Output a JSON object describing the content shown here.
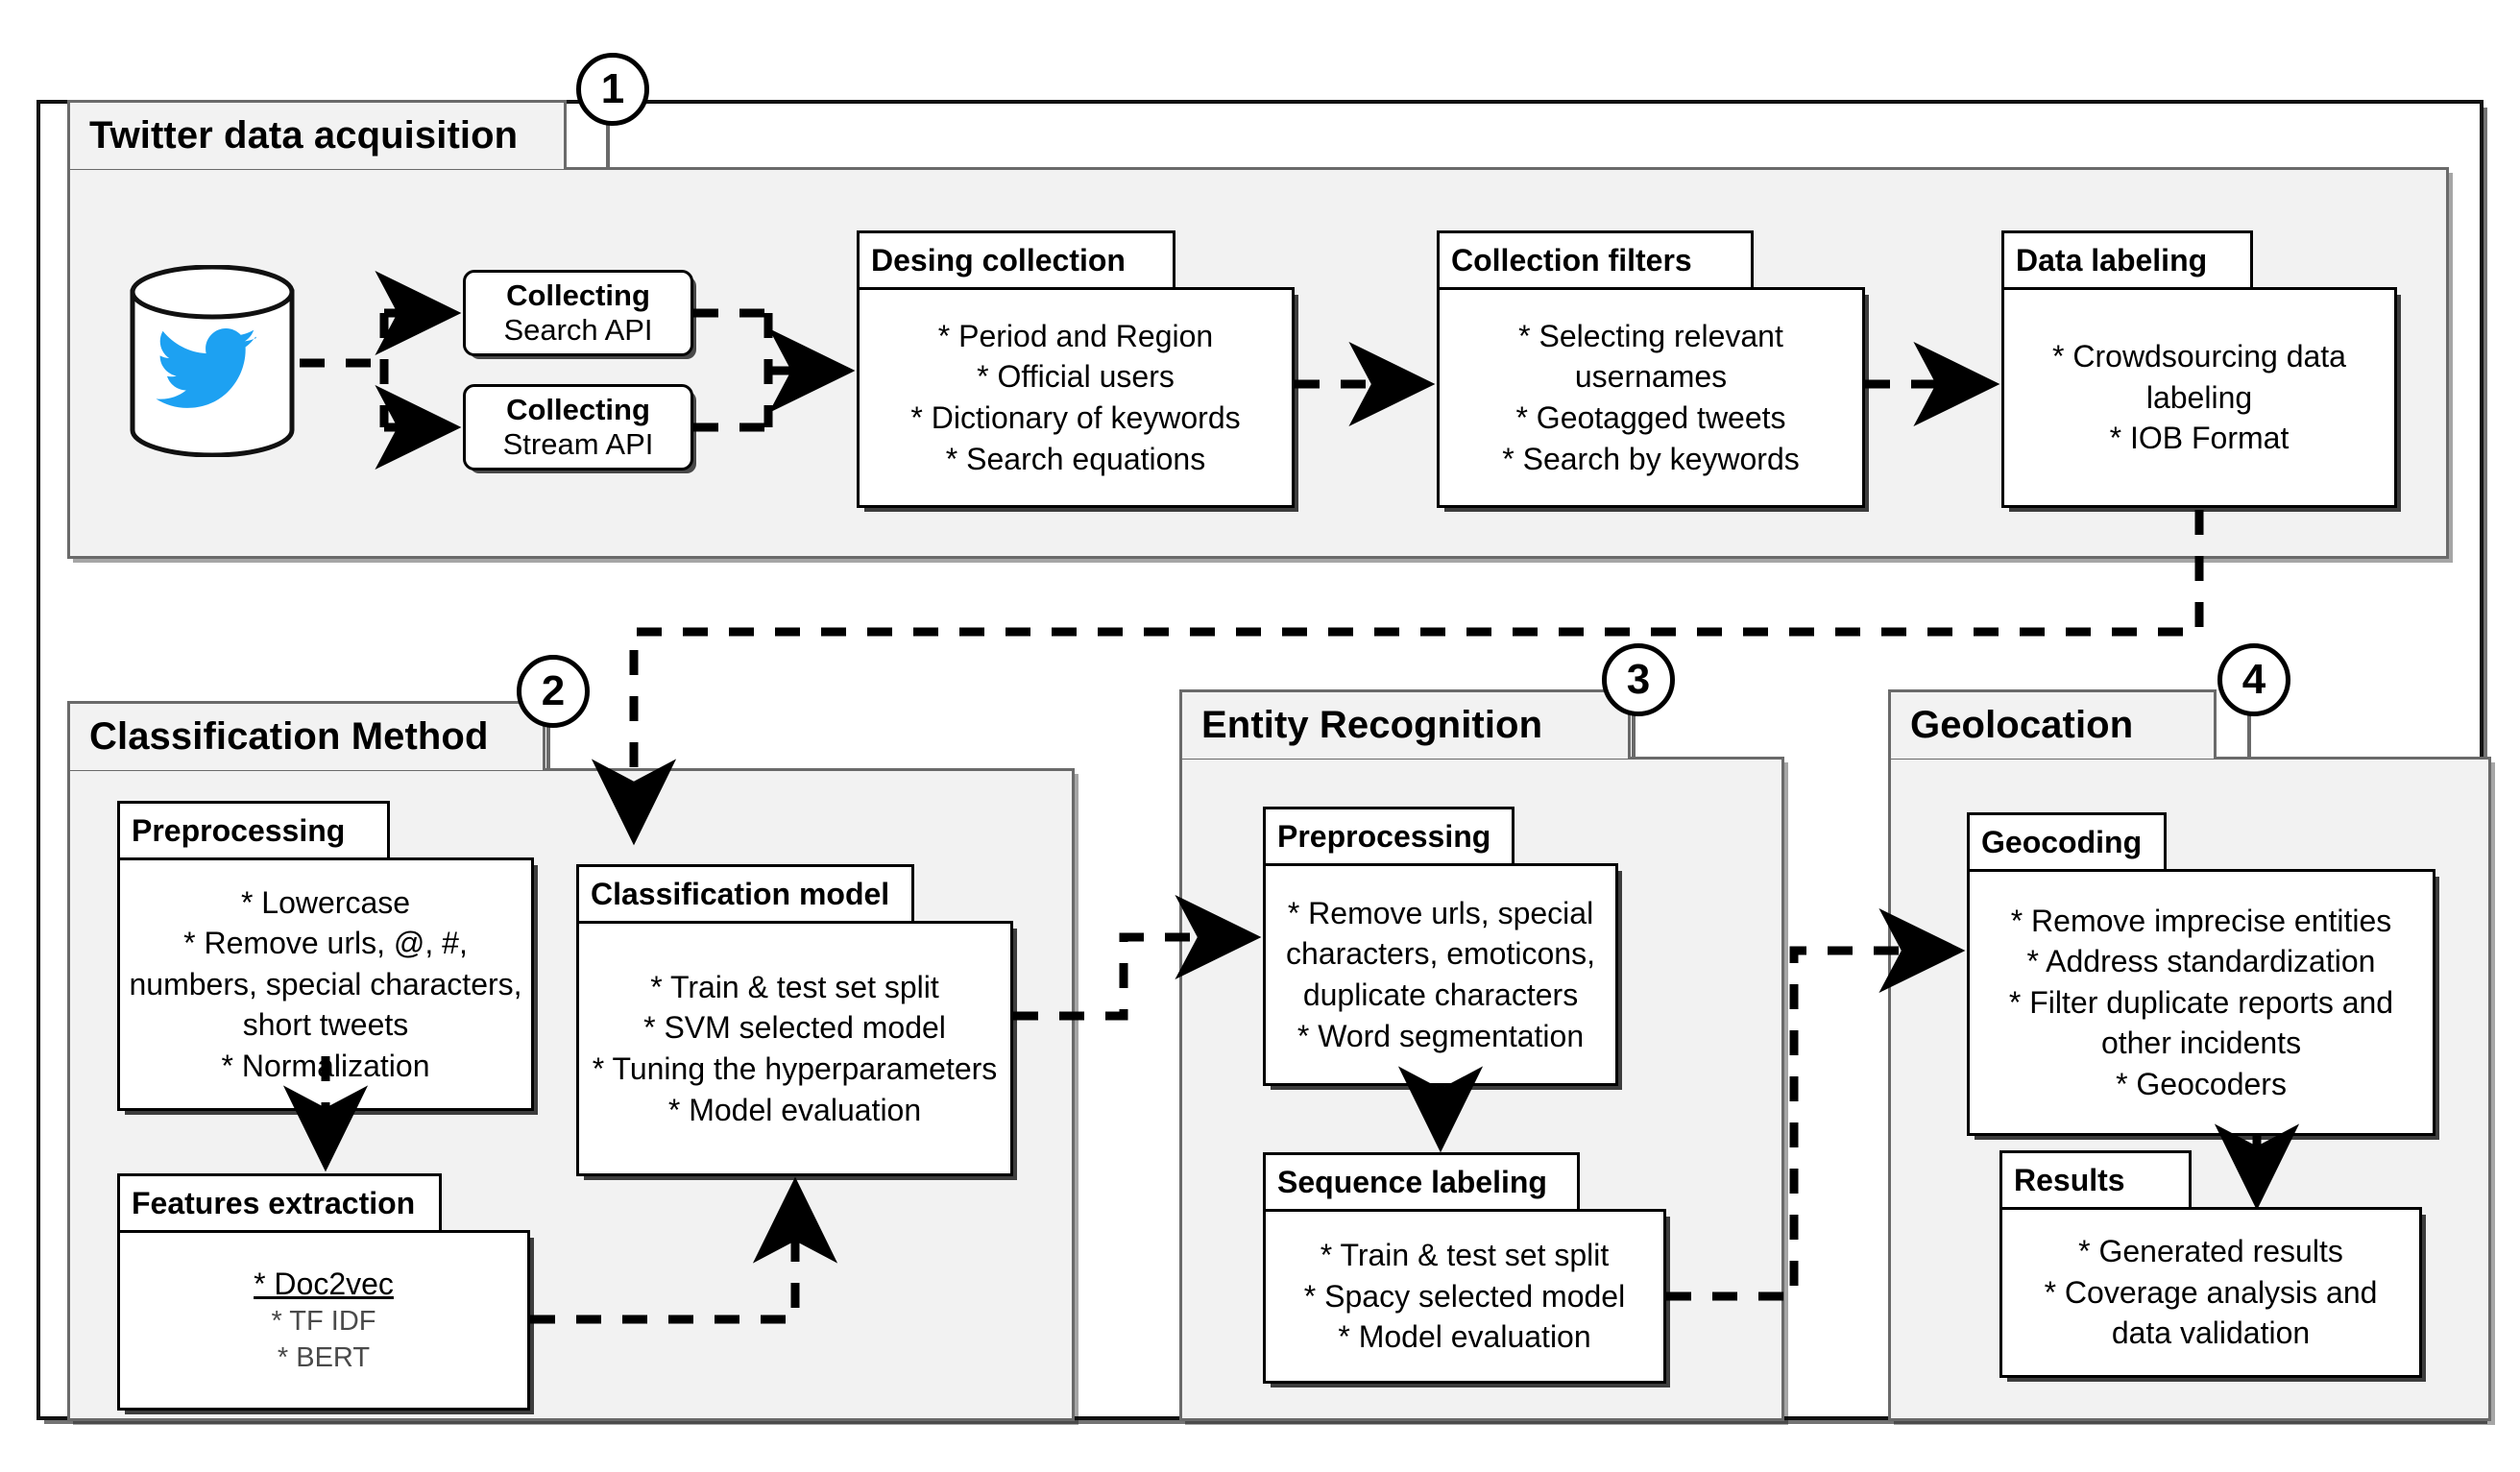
{
  "diagram": {
    "title": "Twitter data acquisition pipeline",
    "accent_twitter_blue": "#1DA1F2",
    "panel_bg": "#f2f2f2",
    "panel_border": "#6a6a6a",
    "box_border": "#000000"
  },
  "sections": [
    {
      "id": "twitter-data-acquisition",
      "title": "Twitter data acquisition",
      "badge": "1"
    },
    {
      "id": "classification-method",
      "title": "Classification Method",
      "badge": "2"
    },
    {
      "id": "entity-recognition",
      "title": "Entity Recognition",
      "badge": "3"
    },
    {
      "id": "geolocation",
      "title": "Geolocation",
      "badge": "4"
    }
  ],
  "source": {
    "icon": "twitter-bird-icon",
    "shape": "database-cylinder"
  },
  "collectors": [
    {
      "title": "Collecting",
      "subtitle": "Search API"
    },
    {
      "title": "Collecting",
      "subtitle": "Stream API"
    }
  ],
  "boxes": {
    "desing_collection": {
      "title": "Desing collection",
      "items": [
        "* Period and Region",
        "* Official users",
        "* Dictionary of keywords",
        "* Search equations"
      ]
    },
    "collection_filters": {
      "title": "Collection filters",
      "items": [
        "* Selecting relevant",
        "usernames",
        "* Geotagged tweets",
        "* Search by keywords"
      ]
    },
    "data_labeling": {
      "title": "Data labeling",
      "items": [
        "* Crowdsourcing data",
        "labeling",
        "* IOB Format"
      ]
    },
    "cm_preprocessing": {
      "title": "Preprocessing",
      "items": [
        "* Lowercase",
        "* Remove urls, @, #,",
        "numbers, special characters,",
        "short tweets",
        "* Normalization"
      ]
    },
    "features_extraction": {
      "title": "Features extraction",
      "items": [
        "* Doc2vec",
        "* TF IDF",
        "* BERT"
      ]
    },
    "classification_model": {
      "title": "Classification model",
      "items": [
        "* Train & test set split",
        "* SVM selected model",
        "* Tuning the hyperparameters",
        "* Model evaluation"
      ]
    },
    "er_preprocessing": {
      "title": "Preprocessing",
      "items": [
        "* Remove urls, special",
        "characters, emoticons,",
        "duplicate characters",
        "* Word segmentation"
      ]
    },
    "sequence_labeling": {
      "title": "Sequence labeling",
      "items": [
        "* Train & test set split",
        "* Spacy selected model",
        "* Model evaluation"
      ]
    },
    "geocoding": {
      "title": "Geocoding",
      "items": [
        "* Remove imprecise entities",
        "* Address standardization",
        "* Filter duplicate reports and",
        "other incidents",
        "* Geocoders"
      ]
    },
    "results": {
      "title": "Results",
      "items": [
        "* Generated results",
        "* Coverage analysis and",
        "data validation"
      ]
    }
  }
}
